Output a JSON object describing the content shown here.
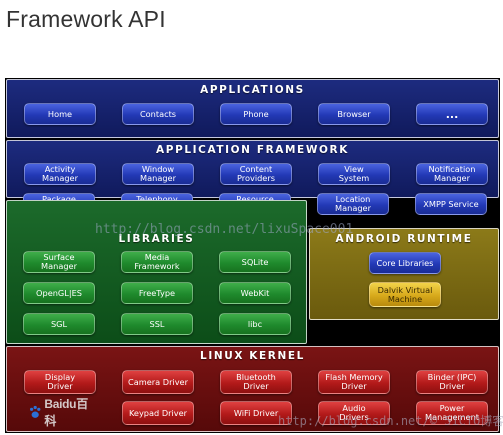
{
  "page_title": "Framework API",
  "layers": {
    "applications": {
      "title": "Applications",
      "items": [
        "Home",
        "Contacts",
        "Phone",
        "Browser",
        "..."
      ]
    },
    "framework": {
      "title": "Application Framework",
      "items": [
        "Activity Manager",
        "Window\nManager",
        "Content\nProviders",
        "View\nSystem",
        "Notification\nManager",
        "Package Manager",
        "Telephony\nManager",
        "Resource\nManager",
        "Location\nManager",
        "XMPP Service"
      ]
    },
    "libraries": {
      "title": "Libraries",
      "items": [
        "Surface Manager",
        "Media\nFramework",
        "SQLite",
        "OpenGL|ES",
        "FreeType",
        "WebKit",
        "SGL",
        "SSL",
        "libc"
      ]
    },
    "runtime": {
      "title": "Android Runtime",
      "items": [
        "Core Libraries",
        "Dalvik Virtual\nMachine"
      ]
    },
    "kernel": {
      "title": "Linux Kernel",
      "items": [
        "Display\nDriver",
        "Camera Driver",
        "Bluetooth\nDriver",
        "Flash Memory\nDriver",
        "Binder (IPC)\nDriver",
        "Keypad Driver",
        "WiFi Driver",
        "Audio\nDrivers",
        "Power\nManagement"
      ]
    }
  },
  "watermarks": {
    "center": "http://blog.csdn.net/lixuSpace001",
    "bottom": "http://blog.csdn.net/© 51CTO博客",
    "logo": "Baidu百科"
  },
  "colors": {
    "framework_blue": "#101a5c",
    "libraries_green": "#0c4d18",
    "runtime_yellow": "#6a5a0d",
    "kernel_red": "#560909"
  }
}
